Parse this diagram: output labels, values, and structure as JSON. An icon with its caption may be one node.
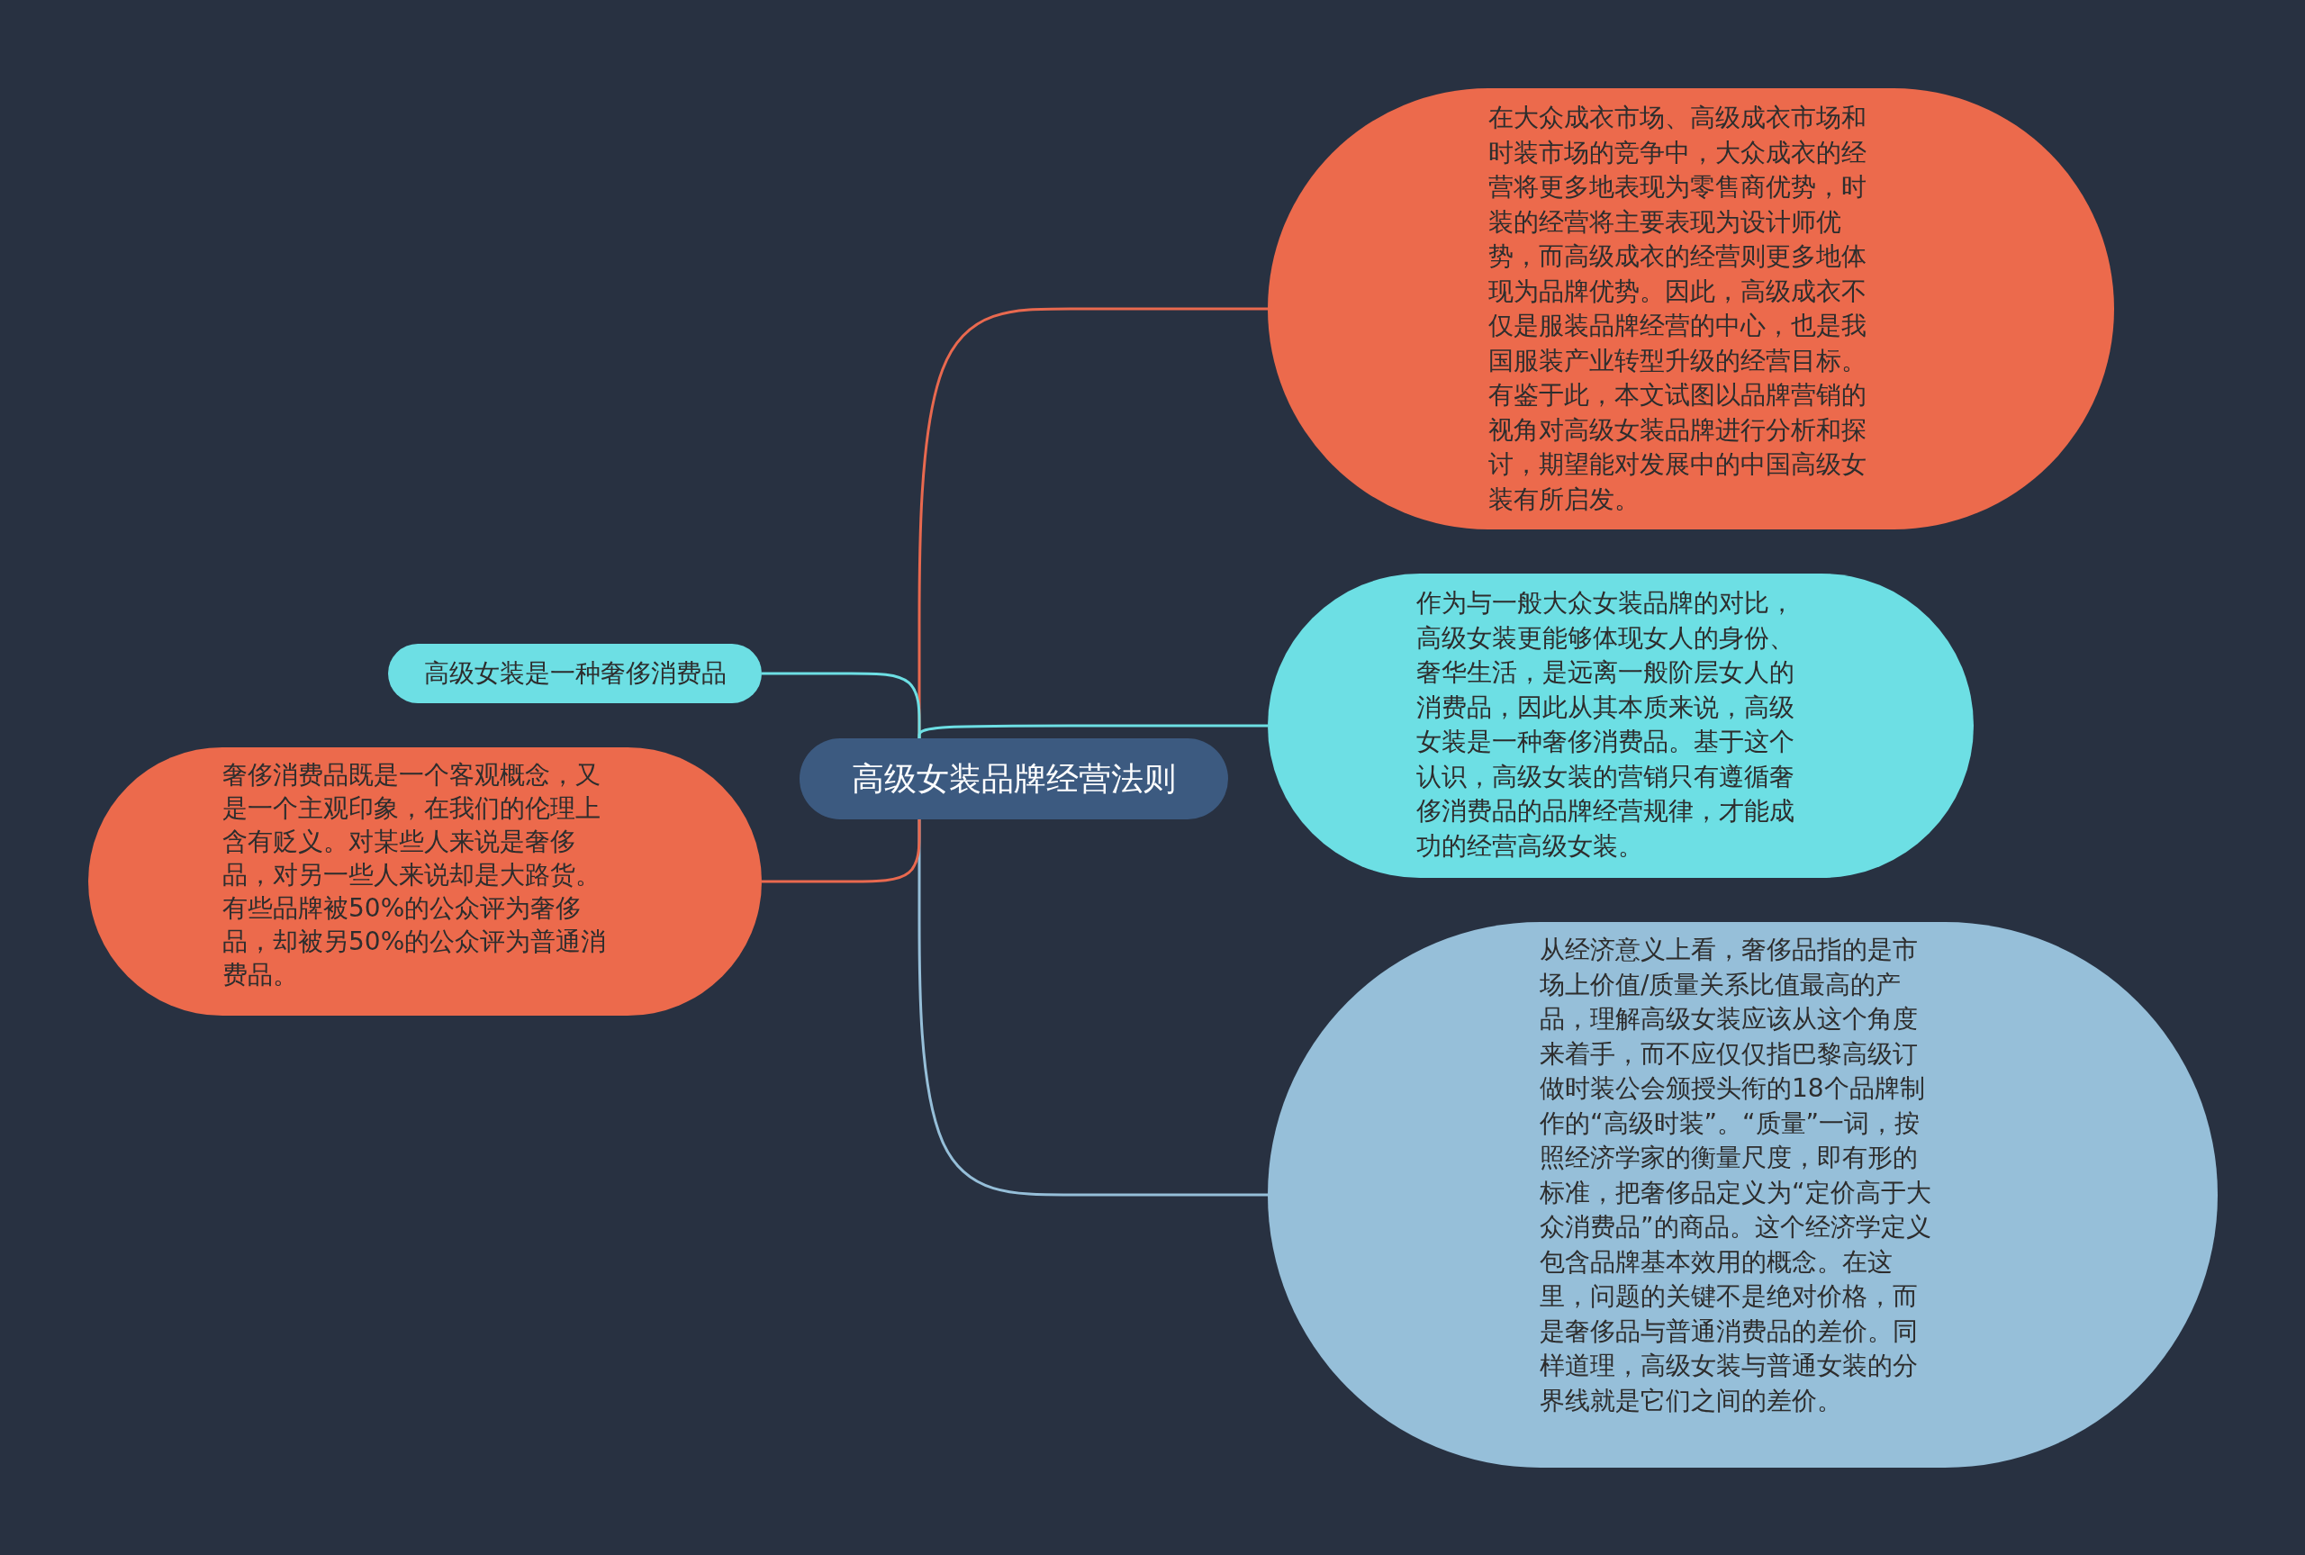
{
  "diagram": {
    "nodes": [
      {
        "text": [
          "高级女装品牌经营法则"
        ]
      },
      {
        "text": [
          "在大众成衣市场、高级成衣市场和时装市场的竞争中，大众成衣的经营将更多地表现为零售商优势，时装的经营将主要表现为设计师优势，而高级成衣的经营则更多地体现为品牌优势。因此，高级成衣不仅是服装品牌经营的中心，也是我国服装产业转型升级的经营目标。有鉴于此，本文试图以品牌营销的视角对高级女装品牌进行分析和探讨，期望能对发展中的中国高级女装有所启发。"
        ]
      },
      {
        "text": [
          "作为与一般大众女装品牌的对比，高级女装更能够体现女人的身份、奢华生活，是远离一般阶层女人的消费品，因此从其本质来说，高级女装是一种奢侈消费品。基于这个认识，高级女装的营销只有遵循奢侈消费品的品牌经营规律，才能成功的经营高级女装。"
        ]
      },
      {
        "text": [
          "从经济意义上看，奢侈品指的是市场上价值/质量关系比值最高的产品，理解高级女装应该从这个角度来着手，而不应仅仅指巴黎高级订做时装公会颁授头衔的18个品牌制作的“高级时装”。“质量”一词，按照经济学家的衡量尺度，即有形的标准，把奢侈品定义为“定价高于大众消费品”的商品。这个经济学定义包含品牌基本效用的概念。在这里，问题的关键不是绝对价格，而是奢侈品与普通消费品的差价。同样道理，高级女装与普通女装的分界线就是它们之间的差价。"
        ]
      },
      {
        "text": [
          "高级女装是一种奢侈消费品"
        ]
      },
      {
        "text": [
          "奢侈消费品既是一个客观概念，又是一个主观印象，在我们的伦理上含有贬义。对某些人来说是奢侈品，对另一些人来说却是大路货。有些品牌被50%的公众评为奢侈品，却被另50%的公众评为普通消费品。"
        ]
      }
    ],
    "edges": [
      {
        "from": 0,
        "to": 1,
        "arrow": "none",
        "color": "#e9694f"
      },
      {
        "from": 0,
        "to": 2,
        "arrow": "none",
        "color": "#6ddfe4"
      },
      {
        "from": 0,
        "to": 3,
        "arrow": "none",
        "color": "#96bfd9"
      },
      {
        "from": 0,
        "to": 4,
        "arrow": "none",
        "color": "#6ddfe4"
      },
      {
        "from": 0,
        "to": 5,
        "arrow": "none",
        "color": "#e9694f"
      }
    ]
  }
}
